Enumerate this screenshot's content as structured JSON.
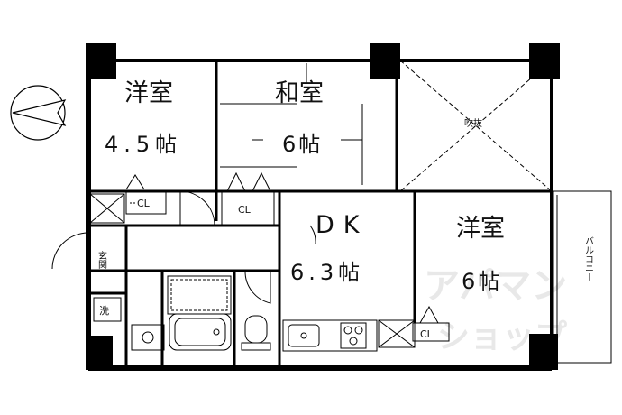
{
  "rooms": {
    "western_a": {
      "name": "洋室",
      "size": "4.5帖"
    },
    "japanese": {
      "name": "和室",
      "size": "6帖"
    },
    "dk": {
      "name": "DK",
      "size": "6.3帖"
    },
    "western_b": {
      "name": "洋室",
      "size": "6帖"
    }
  },
  "labels": {
    "void": "吹抜",
    "balcony": "バルコニー",
    "closet": "CL",
    "entrance": "玄関",
    "laundry": "洗"
  },
  "watermark": {
    "line1": "アパマン",
    "line2": "ショップ"
  }
}
